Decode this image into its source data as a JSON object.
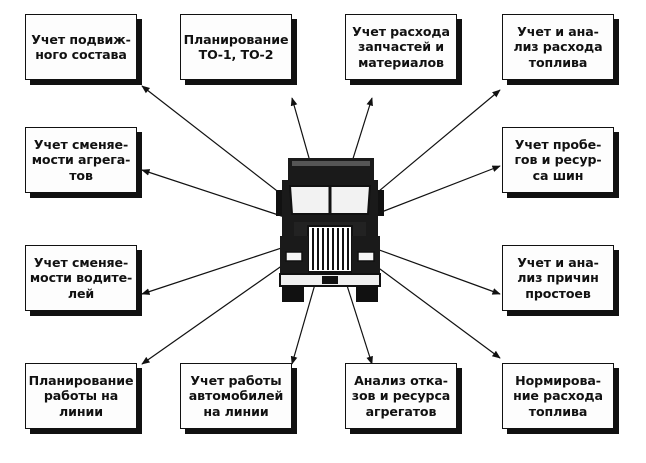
{
  "colors": {
    "ink": "#111111",
    "box_fill": "#fdfdfd",
    "background": "#ffffff"
  },
  "center": {
    "icon": "truck-icon"
  },
  "boxes": [
    {
      "id": "rolling-stock",
      "text": "Учет подвиж-\nного состава"
    },
    {
      "id": "to-planning",
      "text": "Планирование\nТО-1, ТО-2"
    },
    {
      "id": "parts-consumption",
      "text": "Учет расхода\nзапчастей и\nматериалов"
    },
    {
      "id": "fuel-consumption",
      "text": "Учет и ана-\nлиз расхода\nтоплива"
    },
    {
      "id": "unit-replacement",
      "text": "Учет сменяе-\nмости агрега-\nтов"
    },
    {
      "id": "tire-mileage",
      "text": "Учет пробе-\nгов и ресур-\nса шин"
    },
    {
      "id": "driver-replacement",
      "text": "Учет сменяе-\nмости водите-\nлей"
    },
    {
      "id": "downtime-analysis",
      "text": "Учет и ана-\nлиз причин\nпростоев"
    },
    {
      "id": "line-planning",
      "text": "Планирование\nработы на\nлинии"
    },
    {
      "id": "vehicle-work",
      "text": "Учет работы\nавтомобилей\nна линии"
    },
    {
      "id": "failure-analysis",
      "text": "Анализ отка-\nзов и ресурса\nагрегатов"
    },
    {
      "id": "fuel-norming",
      "text": "Нормирова-\nние расхода\nтоплива"
    }
  ]
}
